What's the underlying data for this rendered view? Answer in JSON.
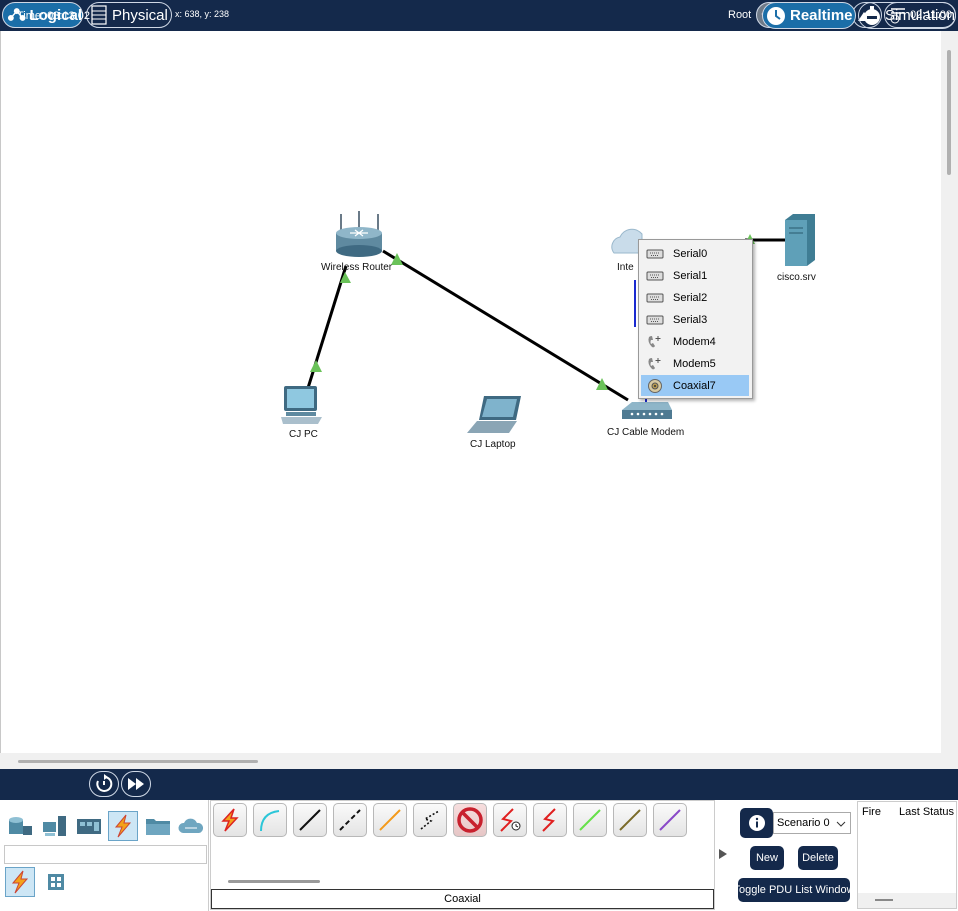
{
  "toolbar": {
    "logical_label": "Logical",
    "physical_label": "Physical",
    "coords": "x: 638, y: 238",
    "root_label": "Root",
    "clock": "02:11:00"
  },
  "devices": {
    "router": "Wireless Router",
    "pc": "CJ PC",
    "laptop": "CJ Laptop",
    "modem": "CJ Cable Modem",
    "internet": "Inte",
    "server": "cisco.srv"
  },
  "context_menu": {
    "items": [
      {
        "label": "Serial0",
        "icon": "serial-port-icon"
      },
      {
        "label": "Serial1",
        "icon": "serial-port-icon"
      },
      {
        "label": "Serial2",
        "icon": "serial-port-icon"
      },
      {
        "label": "Serial3",
        "icon": "serial-port-icon"
      },
      {
        "label": "Modem4",
        "icon": "modem-phone-icon"
      },
      {
        "label": "Modem5",
        "icon": "modem-phone-icon"
      },
      {
        "label": "Coaxial7",
        "icon": "coaxial-port-icon"
      }
    ],
    "selected": "Coaxial7"
  },
  "timebar": {
    "time": "Time: 03:13:02",
    "realtime_label": "Realtime",
    "simulation_label": "Simulation"
  },
  "connections": {
    "selected_name": "Coaxial",
    "tiles": [
      "automatic-connection-icon",
      "console-cable-icon",
      "copper-straight-through-icon",
      "copper-cross-over-icon",
      "fiber-icon",
      "phone-cable-icon",
      "coaxial-cable-icon",
      "serial-dce-icon",
      "serial-dte-icon",
      "octal-cable-icon",
      "iot-custom-cable-icon",
      "usb-cable-icon"
    ]
  },
  "scenario_panel": {
    "scenario": "Scenario 0",
    "new_label": "New",
    "delete_label": "Delete",
    "toggle_label": "Toggle PDU List Window",
    "fire_header": "Fire",
    "last_status_header": "Last Status"
  },
  "colors": {
    "navy": "#14294b",
    "accent_blue": "#1b6ea8",
    "menu_highlight": "#99c9f5",
    "link_indicator": "#6ac259"
  }
}
